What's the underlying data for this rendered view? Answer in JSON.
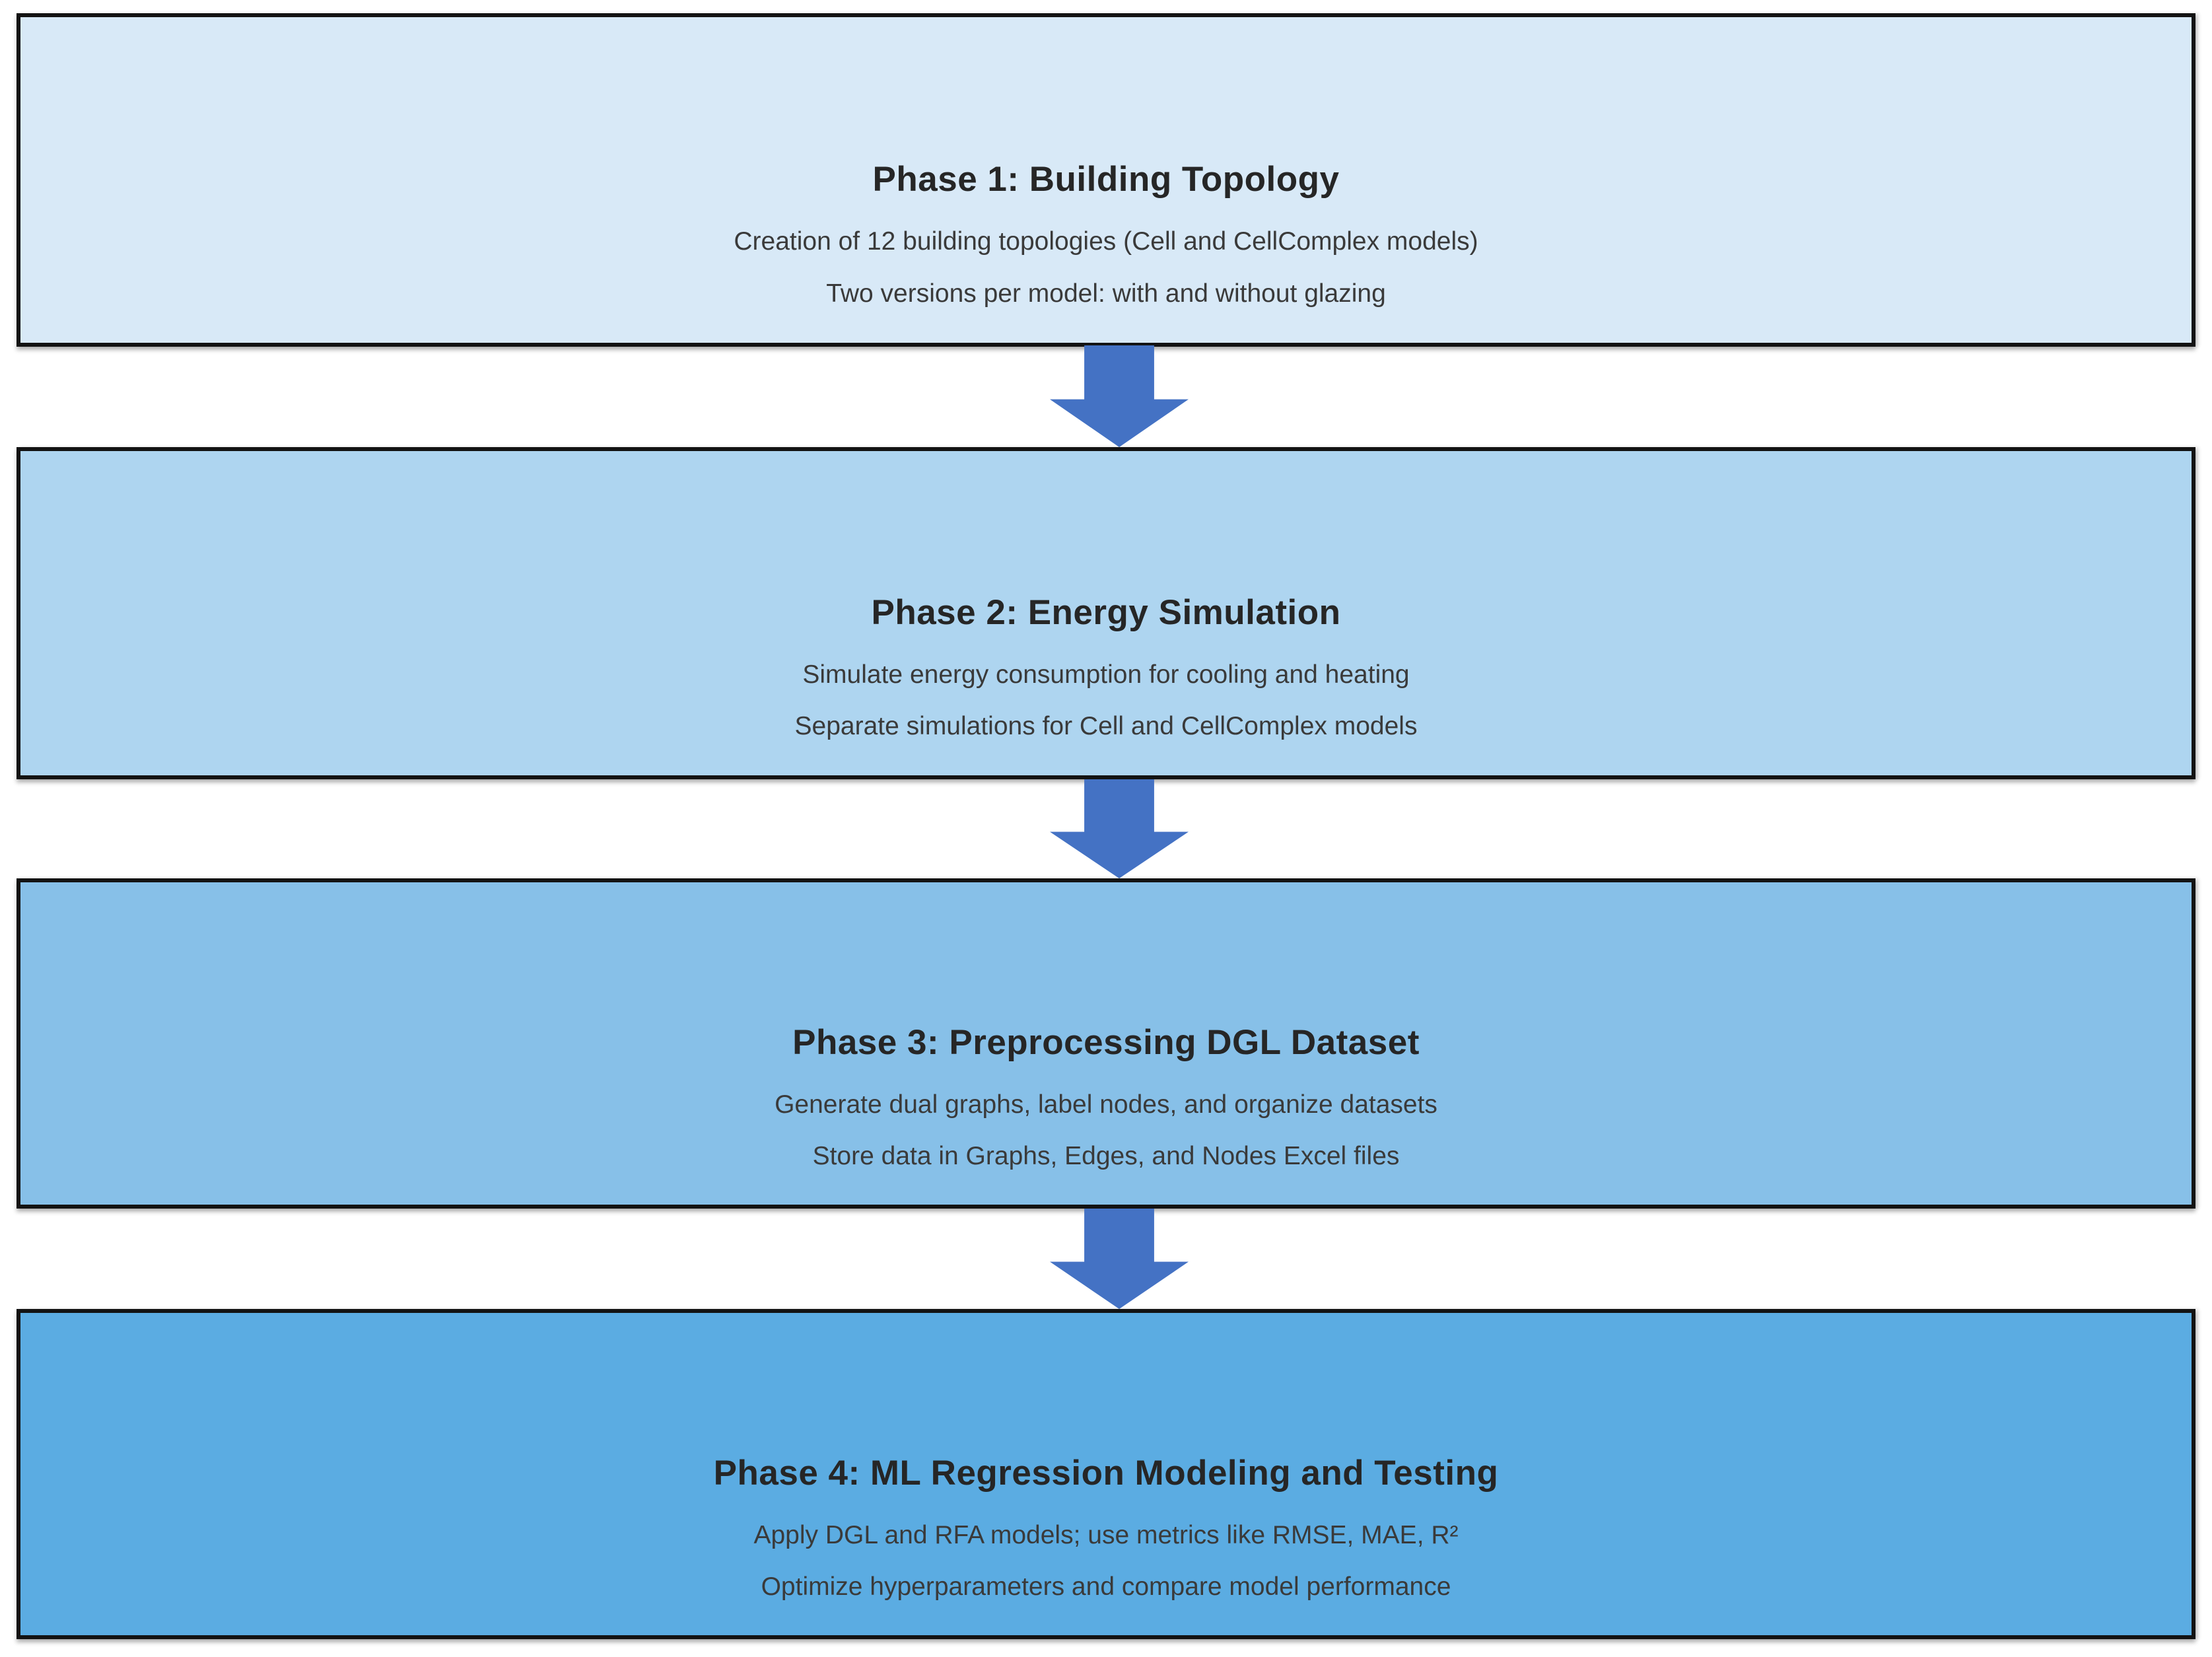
{
  "colors": {
    "background": "#ffffff",
    "box_border": "#131313",
    "arrow": "#4472C4",
    "title_text": "#262626",
    "body_text": "#3a3a3a"
  },
  "phases": [
    {
      "title": "Phase 1: Building Topology",
      "lines": [
        "Creation of 12 building topologies (Cell and CellComplex models)",
        "Two versions per model: with and without glazing"
      ],
      "fill": "#D8E9F7"
    },
    {
      "title": "Phase 2: Energy Simulation",
      "lines": [
        "Simulate energy consumption for cooling and heating",
        "Separate simulations for Cell and CellComplex models"
      ],
      "fill": "#AED5F0"
    },
    {
      "title": "Phase 3: Preprocessing DGL Dataset",
      "lines": [
        "Generate dual graphs, label nodes, and organize datasets",
        "Store data in Graphs, Edges, and Nodes Excel files"
      ],
      "fill": "#87C0E8"
    },
    {
      "title": "Phase 4: ML Regression Modeling and Testing",
      "lines": [
        "Apply DGL and RFA models; use metrics like RMSE, MAE, R²",
        "Optimize hyperparameters and compare model performance"
      ],
      "fill": "#5BACE2"
    }
  ]
}
